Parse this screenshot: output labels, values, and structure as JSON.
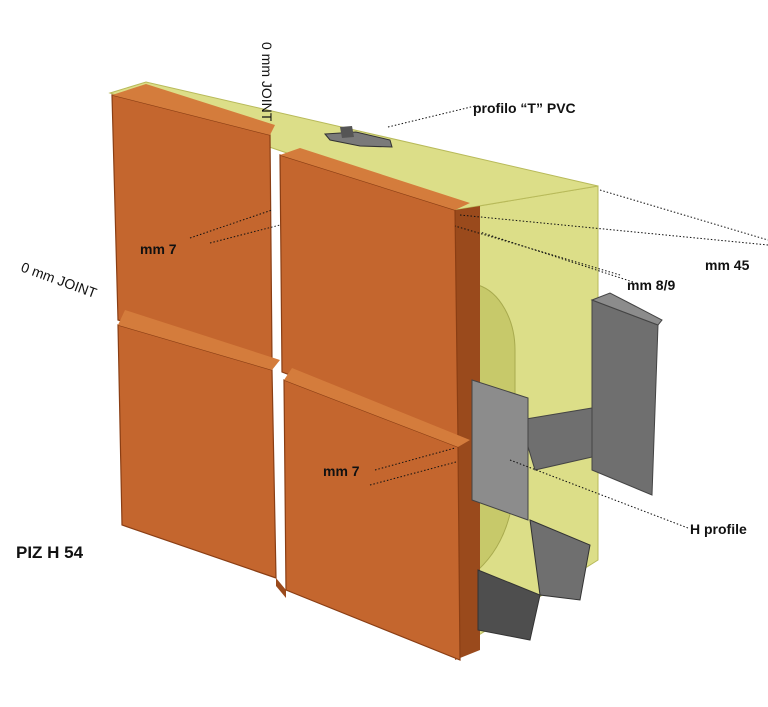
{
  "labels": {
    "t_profile": "profilo “T” PVC",
    "joint_vertical": "0 mm JOINT",
    "joint_horizontal": "0 mm JOINT",
    "mm7_top": "mm 7",
    "mm7_bottom": "mm 7",
    "mm45": "mm 45",
    "mm89": "mm 8/9",
    "h_profile": "H profile",
    "model": "PIZ H 54"
  },
  "colors": {
    "brick_face": "#c4662e",
    "brick_dark": "#9a4a1c",
    "brick_light": "#d47c3c",
    "insulation": "#dcde88",
    "insulation_dark": "#c7c96a",
    "steel": "#6f6f6f",
    "steel_dark": "#4e4e4e",
    "steel_light": "#8c8c8c"
  }
}
